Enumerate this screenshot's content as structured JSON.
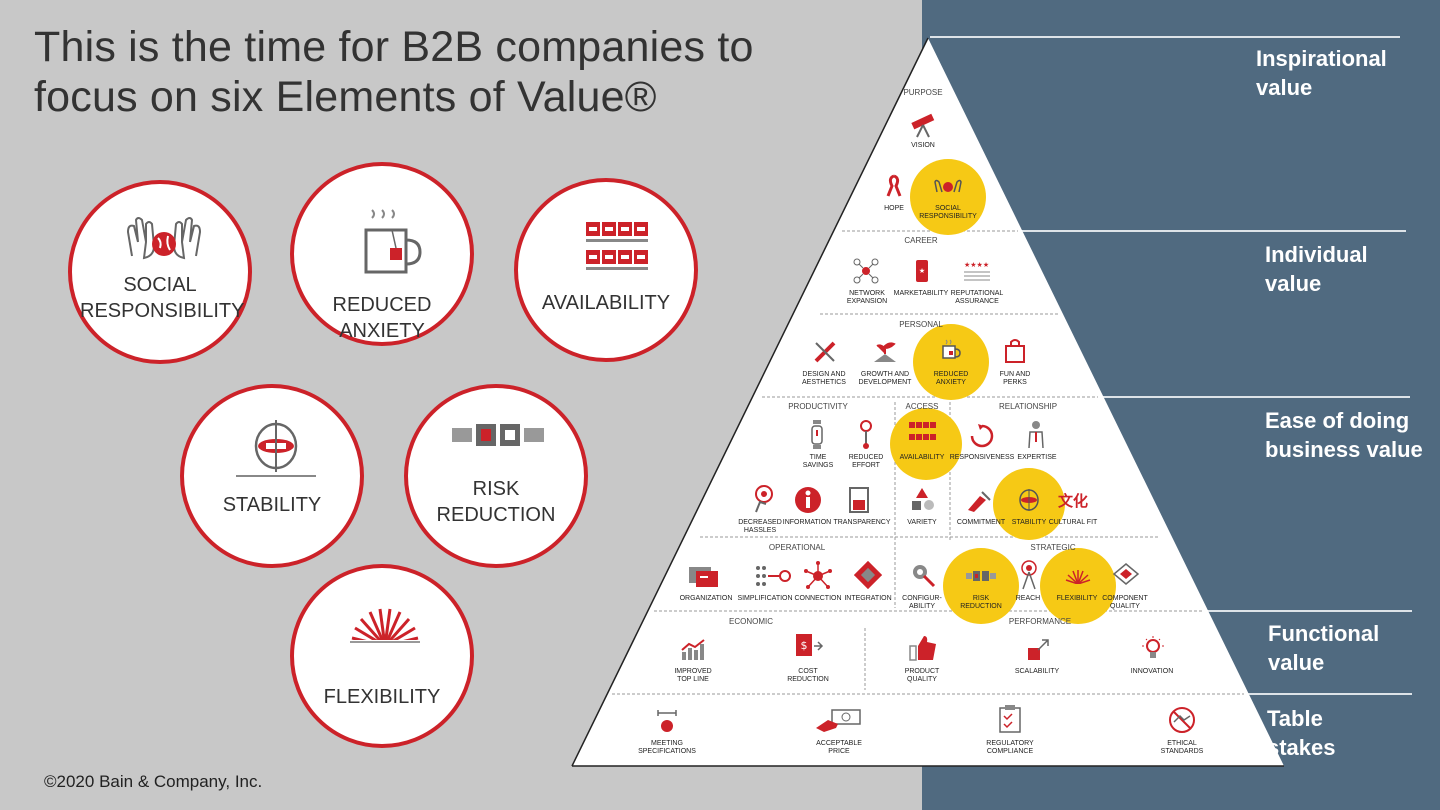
{
  "title": "This is the time for B2B companies to focus on six Elements of Value®",
  "copyright": "©2020 Bain & Company, Inc.",
  "colors": {
    "accent_red": "#cc2229",
    "highlight_yellow": "#f6c915",
    "panel_blue": "#506a80",
    "background_gray": "#c8c8c8"
  },
  "focus_elements": [
    {
      "label": "SOCIAL RESPONSIBILITY",
      "icon": "hands-globe-icon"
    },
    {
      "label": "REDUCED ANXIETY",
      "icon": "tea-cup-icon"
    },
    {
      "label": "AVAILABILITY",
      "icon": "calendar-grid-icon"
    },
    {
      "label": "STABILITY",
      "icon": "gyroscope-icon"
    },
    {
      "label": "RISK REDUCTION",
      "icon": "seatbelt-icon"
    },
    {
      "label": "FLEXIBILITY",
      "icon": "spring-icon"
    }
  ],
  "tiers": [
    {
      "label": "Inspirational value"
    },
    {
      "label": "Individual value"
    },
    {
      "label": "Ease of doing business value"
    },
    {
      "label": "Functional value"
    },
    {
      "label": "Table stakes"
    }
  ],
  "pyramid": {
    "headings": {
      "purpose": "PURPOSE",
      "career": "CAREER",
      "personal": "PERSONAL",
      "productivity": "PRODUCTIVITY",
      "access": "ACCESS",
      "relationship": "RELATIONSHIP",
      "operational": "OPERATIONAL",
      "strategic": "STRATEGIC",
      "economic": "ECONOMIC",
      "performance": "PERFORMANCE"
    },
    "elements": {
      "vision": "VISION",
      "hope": "HOPE",
      "social_responsibility": "SOCIAL RESPONSIBILITY",
      "network_expansion": "NETWORK EXPANSION",
      "marketability": "MARKETABILITY",
      "reputational_assurance": "REPUTATIONAL ASSURANCE",
      "design_aesthetics": "DESIGN AND AESTHETICS",
      "growth_development": "GROWTH AND DEVELOPMENT",
      "reduced_anxiety": "REDUCED ANXIETY",
      "fun_perks": "FUN AND PERKS",
      "time_savings": "TIME SAVINGS",
      "reduced_effort": "REDUCED EFFORT",
      "availability": "AVAILABILITY",
      "responsiveness": "RESPONSIVENESS",
      "expertise": "EXPERTISE",
      "decreased_hassles": "DECREASED HASSLES",
      "information": "INFORMATION",
      "transparency": "TRANSPARENCY",
      "variety": "VARIETY",
      "commitment": "COMMITMENT",
      "stability": "STABILITY",
      "cultural_fit": "CULTURAL FIT",
      "organization": "ORGANIZATION",
      "simplification": "SIMPLIFICATION",
      "connection": "CONNECTION",
      "integration": "INTEGRATION",
      "configurability": "CONFIGUR- ABILITY",
      "risk_reduction": "RISK REDUCTION",
      "reach": "REACH",
      "flexibility": "FLEXIBILITY",
      "component_quality": "COMPONENT QUALITY",
      "improved_top_line": "IMPROVED TOP LINE",
      "cost_reduction": "COST REDUCTION",
      "product_quality": "PRODUCT QUALITY",
      "scalability": "SCALABILITY",
      "innovation": "INNOVATION",
      "meeting_specifications": "MEETING SPECIFICATIONS",
      "acceptable_price": "ACCEPTABLE PRICE",
      "regulatory_compliance": "REGULATORY COMPLIANCE",
      "ethical_standards": "ETHICAL STANDARDS"
    },
    "cultural_fit_glyph": "文化"
  }
}
